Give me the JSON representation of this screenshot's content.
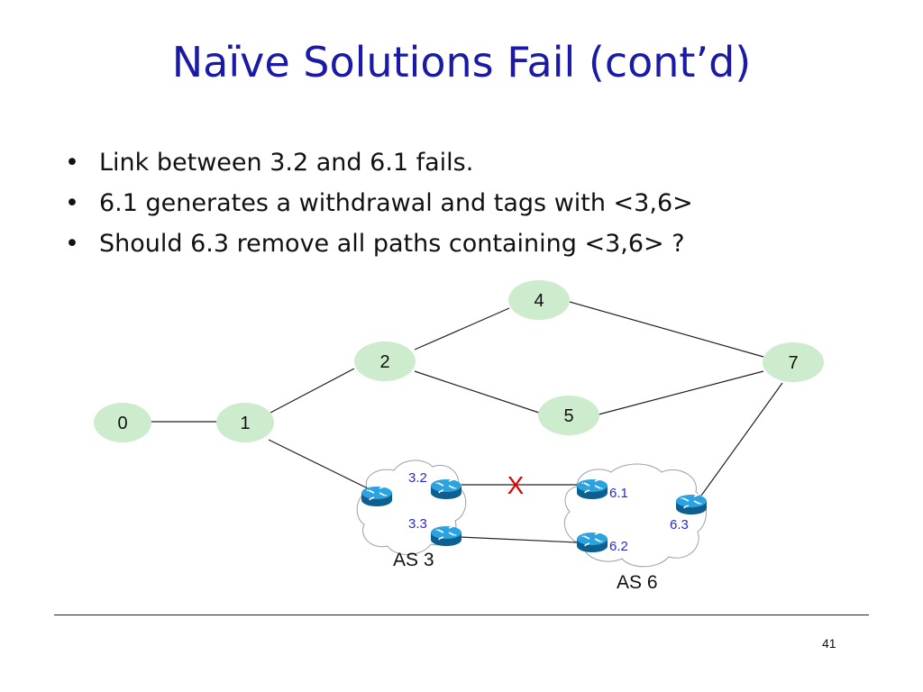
{
  "slide": {
    "title": "Naïve Solutions Fail (cont’d)",
    "bullets": [
      "Link between 3.2 and 6.1 fails.",
      "6.1 generates a withdrawal and tags with <3,6>",
      "Should 6.3 remove all paths containing <3,6> ?"
    ],
    "bullet_symbol": "•",
    "page_number": "41"
  },
  "diagram": {
    "nodes": [
      "0",
      "1",
      "2",
      "4",
      "5",
      "7"
    ],
    "routers": {
      "r32": "3.2",
      "r33": "3.3",
      "r61": "6.1",
      "r62": "6.2",
      "r63": "6.3"
    },
    "as_labels": {
      "as3": "AS 3",
      "as6": "AS 6"
    },
    "failure_mark": "X",
    "colors": {
      "node_fill": "#cdeccd",
      "router_fill": "#1a8fd0",
      "failure": "#e60000",
      "title": "#1a1aa6",
      "router_label": "#2a2acc"
    }
  }
}
